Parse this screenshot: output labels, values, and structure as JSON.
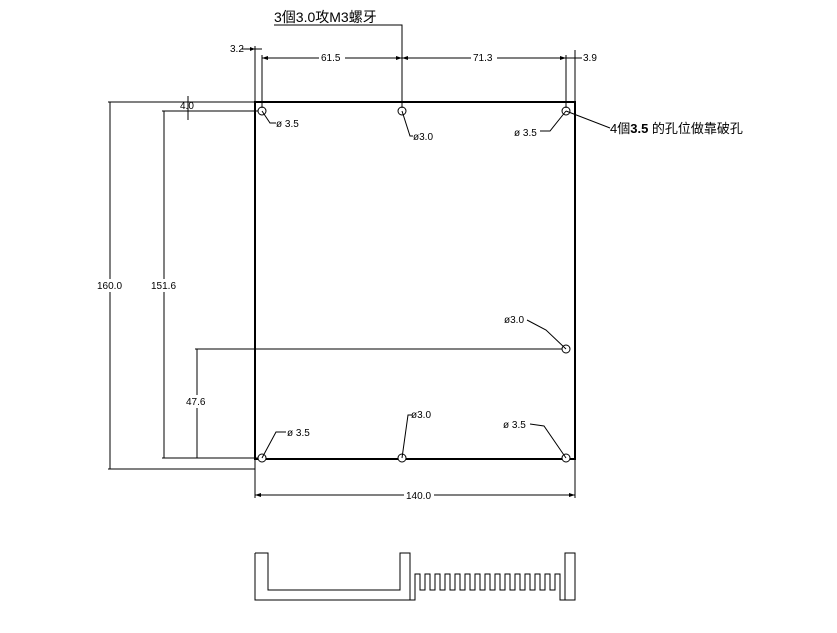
{
  "notes": {
    "tapped_holes": "3個3.0攻M3螺牙",
    "clearance_holes_prefix": "4個",
    "clearance_holes_value": "3.5",
    "clearance_holes_suffix": " 的孔位做靠破孔"
  },
  "dimensions": {
    "d_3_2": "3.2",
    "d_61_5": "61.5",
    "d_71_3": "71.3",
    "d_3_9": "3.9",
    "d_4_0": "4.0",
    "d_160_0": "160.0",
    "d_151_6": "151.6",
    "d_47_6": "47.6",
    "d_140_0": "140.0"
  },
  "hole_labels": {
    "top_left": "ø 3.5",
    "top_middle": "ø3.0",
    "top_right": "ø 3.5",
    "right_middle": "ø3.0",
    "bottom_left": "ø 3.5",
    "bottom_middle": "ø3.0",
    "bottom_right": "ø 3.5"
  }
}
